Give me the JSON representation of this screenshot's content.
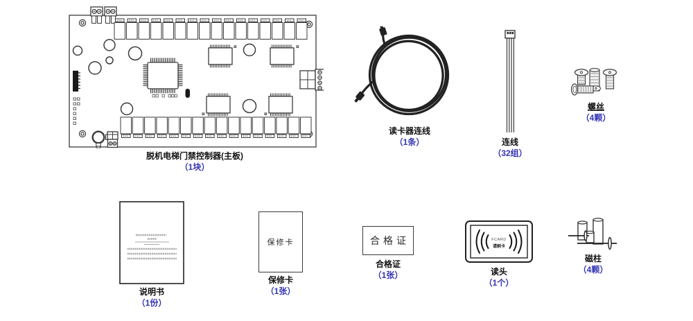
{
  "colors": {
    "outline": "#3a3a3a",
    "label_text": "#111111",
    "quantity_text": "#3434b4"
  },
  "items": {
    "controller_board": {
      "label": "脱机电梯门禁控制器(主板)",
      "qty": "（1块）"
    },
    "reader_cable": {
      "label": "读卡器连线",
      "qty": "（1条）"
    },
    "wire": {
      "label": "连线",
      "qty": "（32组）"
    },
    "screws": {
      "label": "螺丝",
      "qty": "（4颗）"
    },
    "manual": {
      "label": "说明书",
      "qty": "（1份）"
    },
    "warranty_card": {
      "label": "保修卡",
      "qty": "（1张）",
      "front_text": "保修卡"
    },
    "certificate": {
      "label": "合格证",
      "qty": "（1张）",
      "front_text": "合格证"
    },
    "card_reader": {
      "label": "读头",
      "qty": "（1个）",
      "brand": "FCARD",
      "screen_text": "请刷卡"
    },
    "magnetic_pillars": {
      "label": "磁柱",
      "qty": "（4颗）"
    }
  }
}
